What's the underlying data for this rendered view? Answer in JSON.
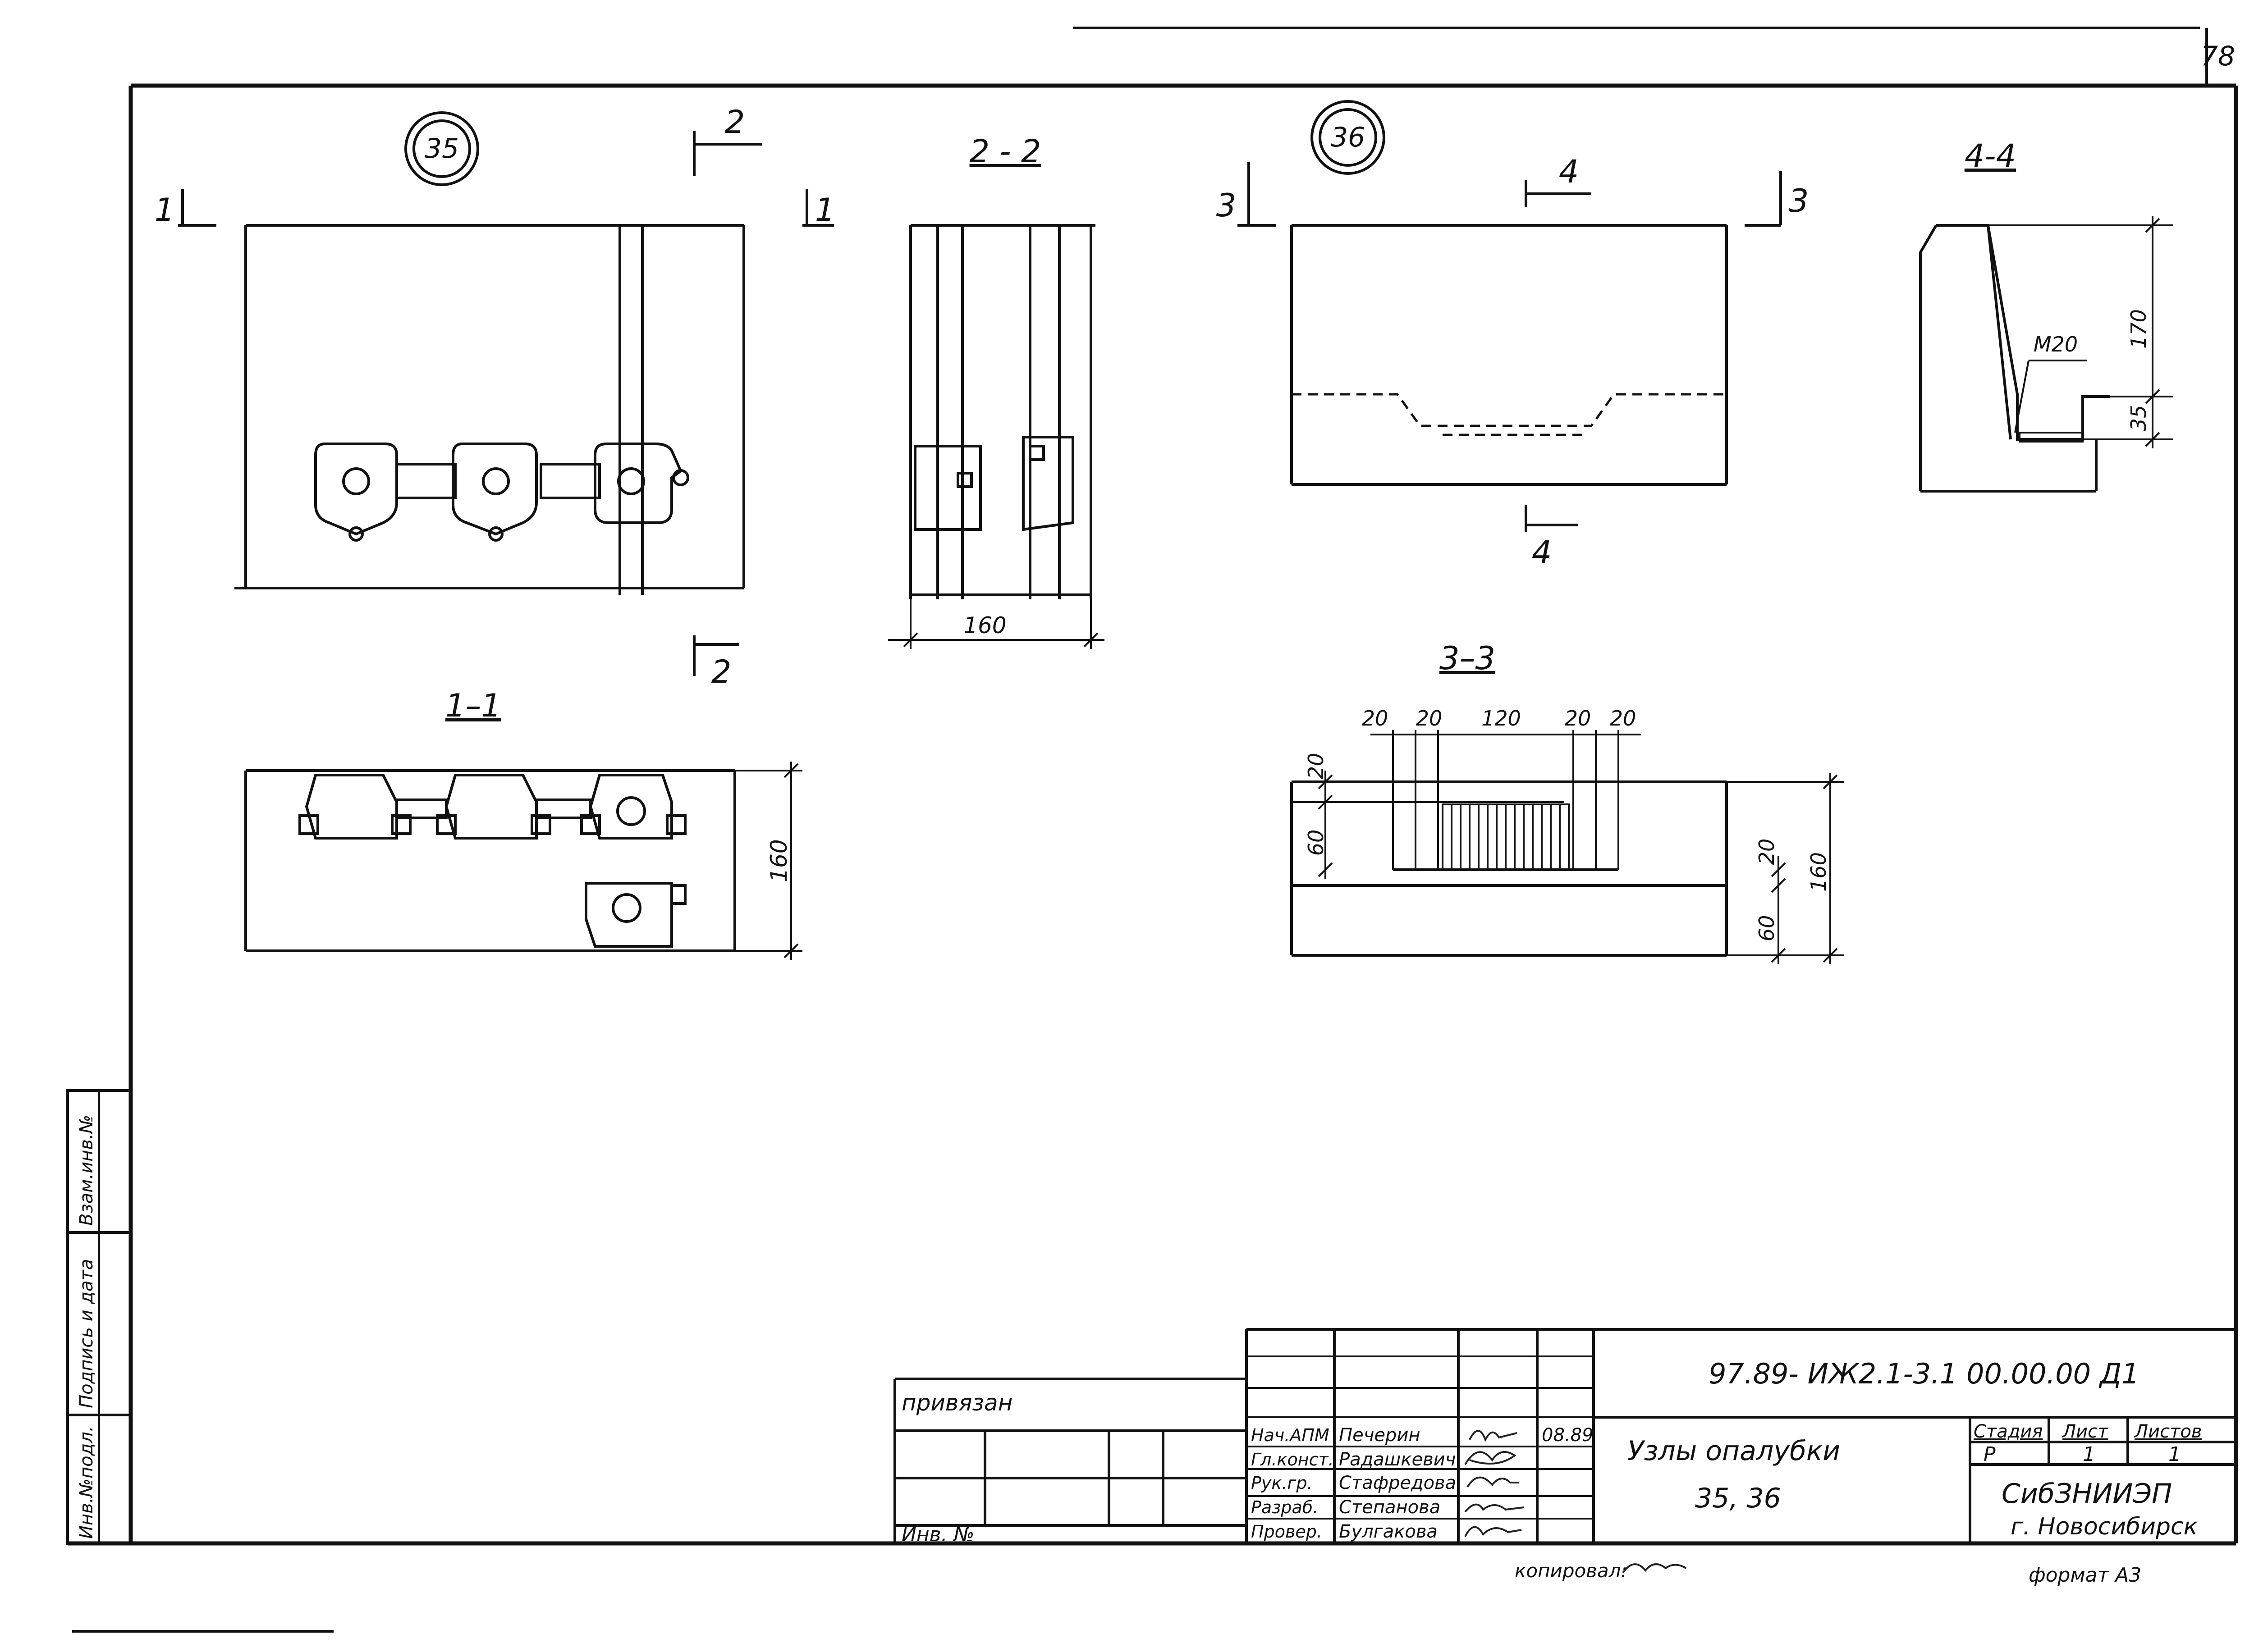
{
  "sheet_number": "78",
  "nodes": {
    "node35": "35",
    "node36": "36"
  },
  "section_marks": {
    "s1": "1",
    "s2": "2",
    "s3": "3",
    "s4": "4"
  },
  "section_titles": {
    "t11": "1–1",
    "t22": "2 - 2",
    "t33": "3–3",
    "t44": "4-4"
  },
  "dimensions": {
    "d160_22": "160",
    "d160_11": "160",
    "d170": "170",
    "d35": "35",
    "m20": "М20",
    "top_20a": "20",
    "top_20b": "20",
    "top_120": "120",
    "top_20c": "20",
    "top_20d": "20",
    "left_20": "20",
    "left_60": "60",
    "right_20": "20",
    "right_60": "60",
    "right_160": "160"
  },
  "side_stamp": {
    "inv_podl": "Инв.№подл.",
    "podpis_data": "Подпись и дата",
    "vzam_inv": "Взам.инв.№"
  },
  "title_block": {
    "privyazan": "привязан",
    "inv_no": "Инв. №",
    "code": "97.89- ИЖ2.1-3.1  00.00.00  Д1",
    "title_line1": "Узлы  опалубки",
    "title_line2": "35, 36",
    "stage_header": "Стадия",
    "sheet_header": "Лист",
    "sheets_header": "Листов",
    "stage_value": "Р",
    "sheet_value": "1",
    "sheets_value": "1",
    "org_line1": "СибЗНИИЭП",
    "org_line2": "г. Новосибирск",
    "copied": "копировал:",
    "format": "формат А3",
    "date": "08.89",
    "roles": [
      "Нач.АПМ",
      "Гл.конст.",
      "Рук.гр.",
      "Разраб.",
      "Провер."
    ],
    "names": [
      "Печерин",
      "Радашкевич",
      "Стафредова",
      "Степанова",
      "Булгакова"
    ]
  }
}
